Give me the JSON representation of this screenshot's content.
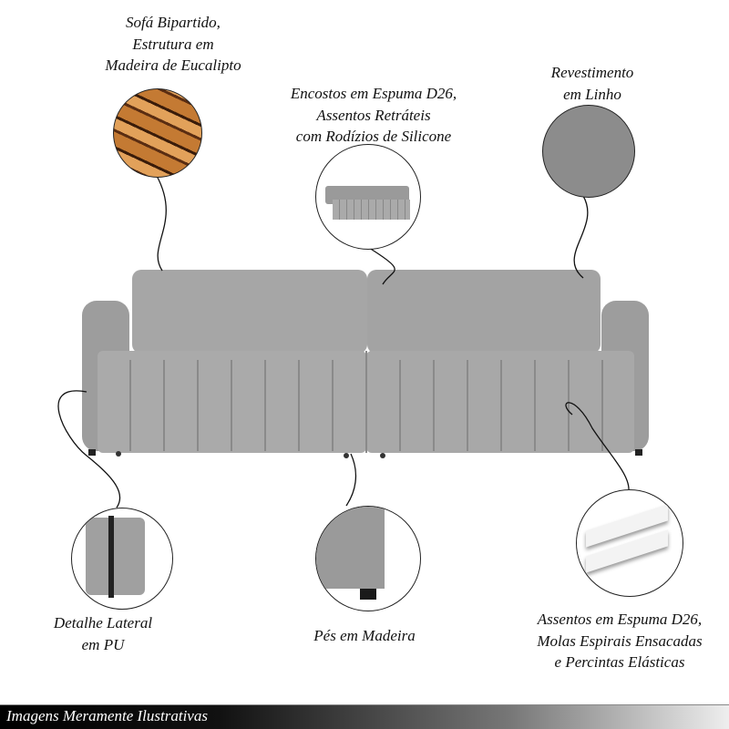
{
  "labels": {
    "structure": [
      "Sofá Bipartido,",
      "Estrutura em",
      "Madeira de Eucalipto"
    ],
    "cushions": [
      "Encostos em Espuma D26,",
      "Assentos Retráteis",
      "com Rodízios de Silicone"
    ],
    "fabric": [
      "Revestimento",
      "em Linho"
    ],
    "side": [
      "Detalhe Lateral",
      "em PU"
    ],
    "feet": [
      "Pés em Madeira"
    ],
    "seats": [
      "Assentos em Espuma D26,",
      "Molas Espirais Ensacadas",
      "e Percintas Elásticas"
    ]
  },
  "footer": {
    "disclaimer": "Imagens Meramente Ilustrativas"
  },
  "colors": {
    "fabric": "#a9a9a9",
    "fabric_dark": "#8c8c8c",
    "wood": "#a8642a"
  }
}
